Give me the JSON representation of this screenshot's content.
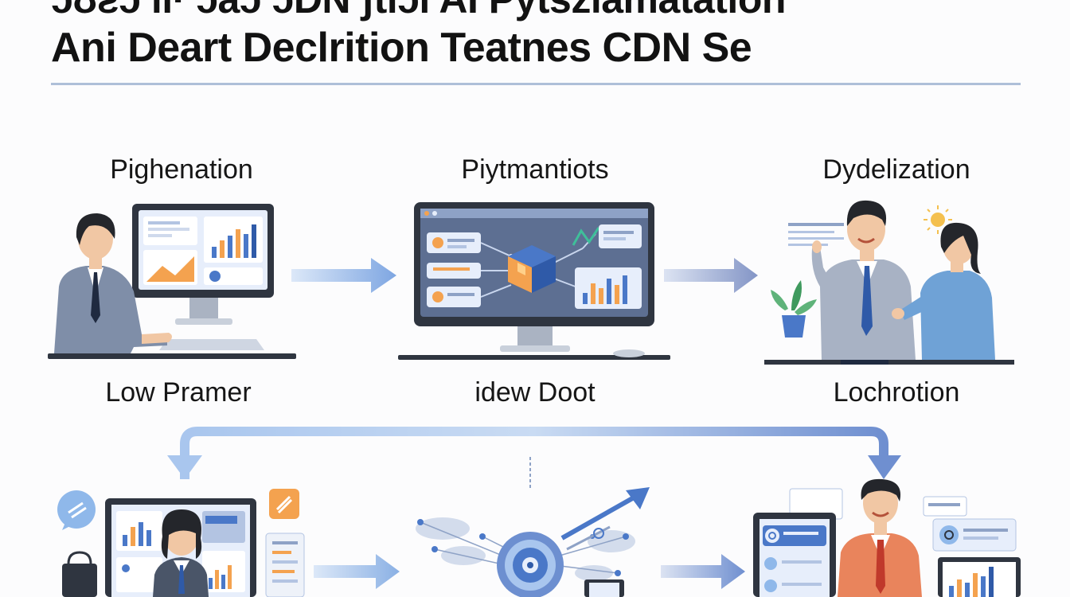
{
  "header": {
    "title_line1": "ɔʊƨɔ ıı· ɔaɔ ɔDN ʃtıɔı AI Pytszlamatation",
    "title_line2": "Ani Deart Declrition Teatnes CDN Se"
  },
  "steps_top": [
    {
      "label": "Pighenation"
    },
    {
      "label": "Piytmantiots"
    },
    {
      "label": "Dydelization"
    }
  ],
  "steps_bottom": [
    {
      "label": "Low Pramer"
    },
    {
      "label": "idew Doot"
    },
    {
      "label": "Lochrotion"
    }
  ],
  "colors": {
    "accent_blue": "#4a78c8",
    "light_blue": "#a9c6ee",
    "arrow_blue": "#8aa7db",
    "skin": "#f1c7a4",
    "hair": "#24262b",
    "suit_gray": "#7f8ea8",
    "orange": "#f4a24f",
    "jacket_orange": "#e9845c",
    "monitor_dark": "#2f3540"
  },
  "icons": [
    "monitor-icon",
    "bar-chart-icon",
    "cube-icon",
    "person-icon",
    "plant-icon",
    "sun-icon",
    "globe-icon",
    "chat-icon",
    "shopping-bag-icon",
    "arrow-icon"
  ]
}
